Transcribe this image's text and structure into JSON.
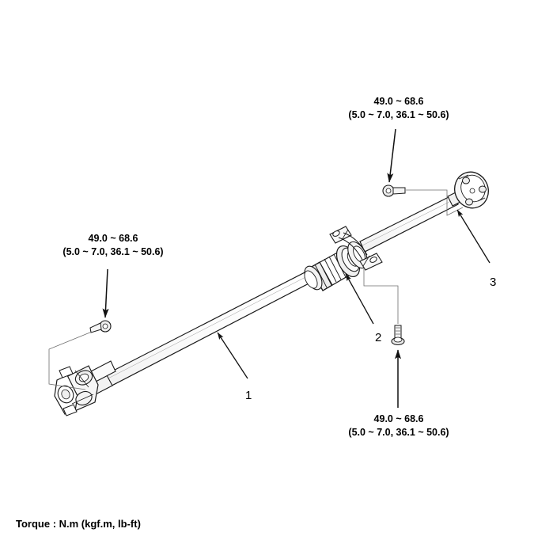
{
  "diagram": {
    "title": "Propeller Shaft Assembly Exploded View",
    "background_color": "#ffffff",
    "line_color": "#1a1a1a",
    "fill_color": "#ffffff",
    "shade_color": "#e8e8e8"
  },
  "torque_labels": [
    {
      "id": "torque-left",
      "line1": "49.0 ~ 68.6",
      "line2": "(5.0 ~ 7.0, 36.1 ~ 50.6)",
      "target": "front-universal-joint-bolt"
    },
    {
      "id": "torque-top-right",
      "line1": "49.0 ~ 68.6",
      "line2": "(5.0 ~ 7.0, 36.1 ~ 50.6)",
      "target": "rear-flange-bolt"
    },
    {
      "id": "torque-bottom",
      "line1": "49.0 ~ 68.6",
      "line2": "(5.0 ~ 7.0, 36.1 ~ 50.6)",
      "target": "center-bearing-bracket-bolt"
    }
  ],
  "callouts": [
    {
      "id": "callout-1",
      "number": "1",
      "part": "propeller-shaft"
    },
    {
      "id": "callout-2",
      "number": "2",
      "part": "center-support-bearing"
    },
    {
      "id": "callout-3",
      "number": "3",
      "part": "rear-flange-yoke"
    }
  ],
  "caption": {
    "text": "Torque : N.m (kgf.m, lb-ft)"
  },
  "parts": [
    {
      "name": "front-universal-joint",
      "label": ""
    },
    {
      "name": "propeller-shaft-front-tube",
      "label": ""
    },
    {
      "name": "center-support-bearing",
      "label": ""
    },
    {
      "name": "propeller-shaft-rear-tube",
      "label": ""
    },
    {
      "name": "rear-flange-yoke",
      "label": ""
    },
    {
      "name": "front-joint-bolt",
      "label": ""
    },
    {
      "name": "rear-flange-bolt",
      "label": ""
    },
    {
      "name": "center-bearing-bolt",
      "label": ""
    }
  ]
}
